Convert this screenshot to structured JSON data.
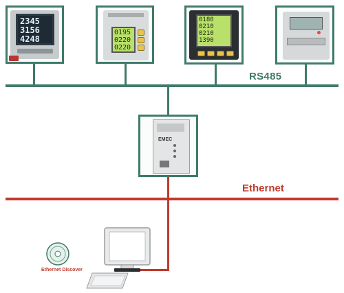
{
  "diagram": {
    "rs485_label": "RS485",
    "ethernet_label": "Ethernet",
    "software_caption": "Ethernet Discover",
    "colors": {
      "rs485": "#3f7a6a",
      "ethernet": "#c0392b"
    }
  },
  "meters": [
    {
      "readings": [
        "2345",
        "3156",
        "4248"
      ]
    },
    {
      "readings": [
        "0195",
        "0220",
        "0220"
      ]
    },
    {
      "readings": [
        "0180",
        "0210",
        "0210",
        "1390"
      ]
    },
    {
      "readings": []
    }
  ],
  "gateway": {
    "label": "EMEC"
  },
  "icons": [
    "power-meter-icon",
    "din-rail-meter-icon",
    "panel-meter-icon",
    "energy-meter-icon",
    "ethernet-gateway-icon",
    "software-cd-icon",
    "computer-monitor-icon",
    "keyboard-icon"
  ]
}
